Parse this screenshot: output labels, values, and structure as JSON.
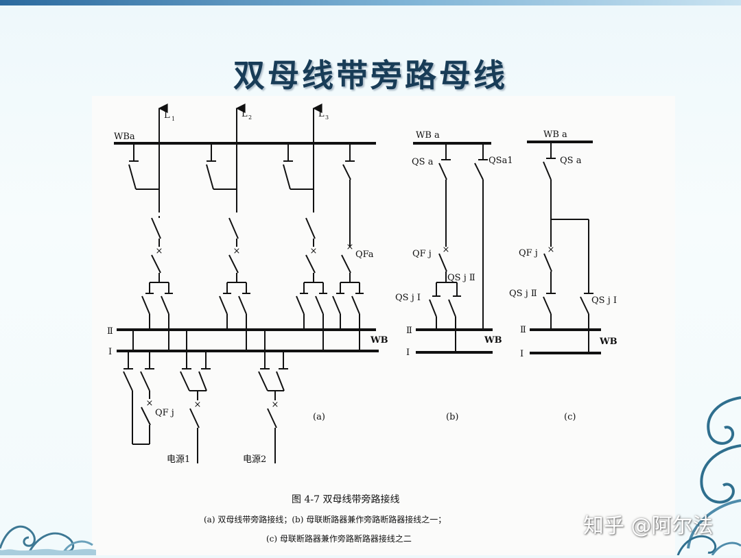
{
  "slide": {
    "title": "双母线带旁路母线"
  },
  "diagram_a": {
    "bus_top": "WBa",
    "lines": [
      "L",
      "L",
      "L"
    ],
    "line_subs": [
      "1",
      "2",
      "3"
    ],
    "bus2": "Ⅱ",
    "bus1": "Ⅰ",
    "bus_wb": "WB",
    "qfa": "QFa",
    "qfj": "QF j",
    "source1": "电源1",
    "source2": "电源2",
    "label": "(a)"
  },
  "diagram_b": {
    "bus_top": "WB a",
    "qsa": "QS a",
    "qsa1": "QSa1",
    "qfj": "QF j",
    "qsj2": "QS j Ⅱ",
    "qsj1": "QS j Ⅰ",
    "bus2": "Ⅱ",
    "bus1": "Ⅰ",
    "bus_wb": "WB",
    "label": "(b)"
  },
  "diagram_c": {
    "bus_top": "WB a",
    "qsa": "QS a",
    "qfj": "QF j",
    "qsj2": "QS j Ⅱ",
    "qsj1": "QS j Ⅰ",
    "bus2": "Ⅱ",
    "bus1": "Ⅰ",
    "bus_wb": "WB",
    "label": "(c)"
  },
  "caption": {
    "title": "图 4-7   双母线带旁路接线",
    "line1": "(a) 双母线带旁路接线；(b) 母联断路器兼作旁路断路器接线之一；",
    "line2": "(c) 母联断路器兼作旁路断路器接线之二"
  },
  "watermark": "知乎 @阿尔法",
  "colors": {
    "title": "#183c57",
    "ink": "#111111",
    "accent": "#2b6a9e"
  }
}
